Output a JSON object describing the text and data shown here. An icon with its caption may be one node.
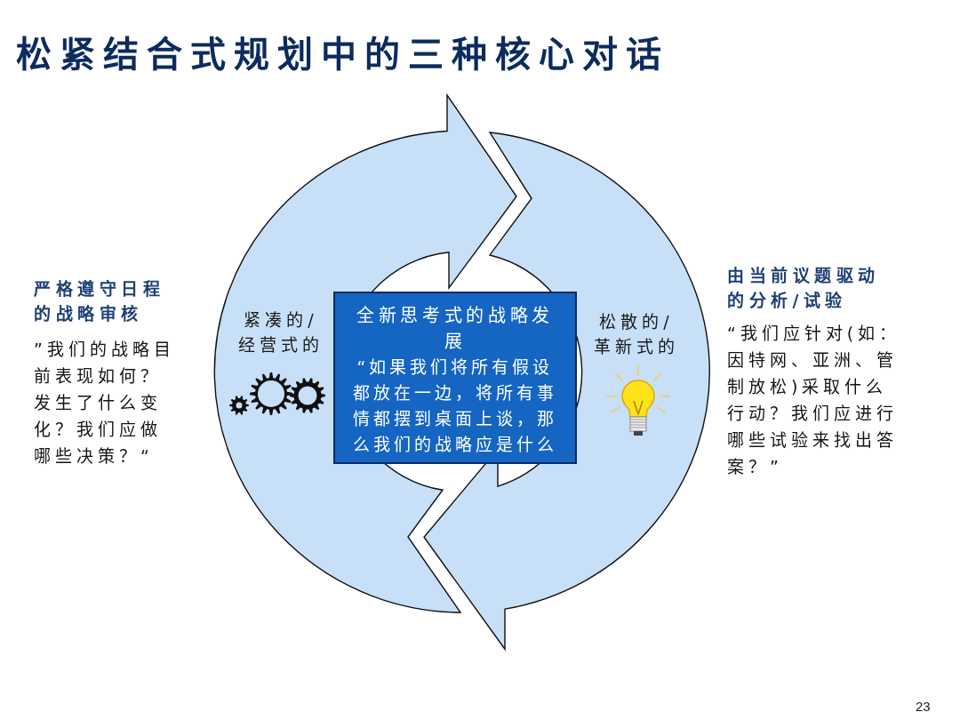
{
  "diagram": {
    "title": "松紧结合式规划中的三种核心对话",
    "nodes": [
      {
        "text": [
          "紧凑的/经营式的"
        ],
        "beside": [
          "严格遵守日程的战略审核",
          "”我们的战略目前表现如何？发生了什么变化？我们应做哪些决策？“"
        ]
      },
      {
        "text": [
          "全新思考式的战略发展",
          "“如果我们将所有假设都放在一边，将所有事情都摆到桌面上谈，那么我们的战略应是什么"
        ]
      },
      {
        "text": [
          "松散的/革新式的"
        ],
        "beside": [
          "由当前议题驱动的分析/试验",
          "“我们应针对(如：因特网、亚洲、管制放松)采取什么行动？我们应进行哪些试验来找出答案？”"
        ]
      }
    ],
    "labels": [
      "23"
    ]
  }
}
